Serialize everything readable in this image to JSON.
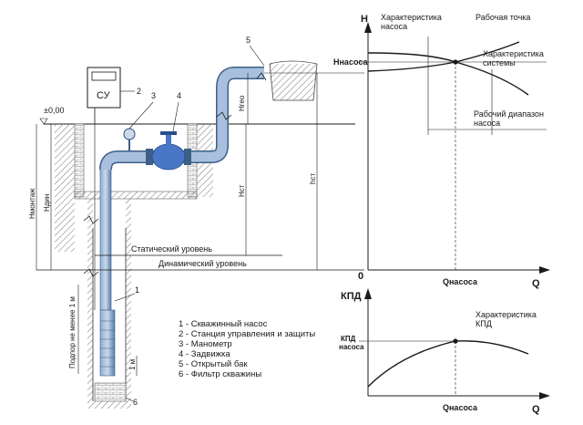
{
  "equipment_labels": {
    "control_unit": "СУ",
    "zero_level": "±0,00",
    "num_1": "1",
    "num_2": "2",
    "num_3": "3",
    "num_4": "4",
    "num_5": "5",
    "num_6": "6",
    "h_install": "Нмонтаж",
    "h_din": "Ндин",
    "h_st": "Нст",
    "h_geo": "Нгео",
    "h_st_lower": "hст",
    "static_level": "Статический уровень",
    "dynamic_level": "Динамический уровень",
    "head_min": "Подпор не менее 1 м",
    "one_m": "1 м"
  },
  "legend": [
    "1 - Скважинный насос",
    "2 - Станция управления и защиты",
    "3 - Манометр",
    "4 - Задвижка",
    "5 - Открытый бак",
    "6 - Фильтр скважины"
  ],
  "pump_chart": {
    "y_axis": "H",
    "x_axis": "Q",
    "origin": "0",
    "pump_curve_label": "Характеристика насоса",
    "work_point_label": "Рабочая точка",
    "system_curve_label": "Характеристика системы",
    "h_pump_label": "Hнасоса",
    "range_label": "Рабочий диапазон насоса",
    "q_pump_label": "Qнасоса"
  },
  "efficiency_chart": {
    "y_axis": "КПД",
    "x_axis": "Q",
    "curve_label": "Характеристика КПД",
    "kpd_pump_label": "КПД насоса",
    "q_pump_label": "Qнасоса"
  },
  "colors": {
    "pipe": "#6b8fb8",
    "pipe_dark": "#3d5f86",
    "valve": "#4a76c8",
    "ground": "#8a8a8a",
    "line": "#1a1a1a"
  }
}
